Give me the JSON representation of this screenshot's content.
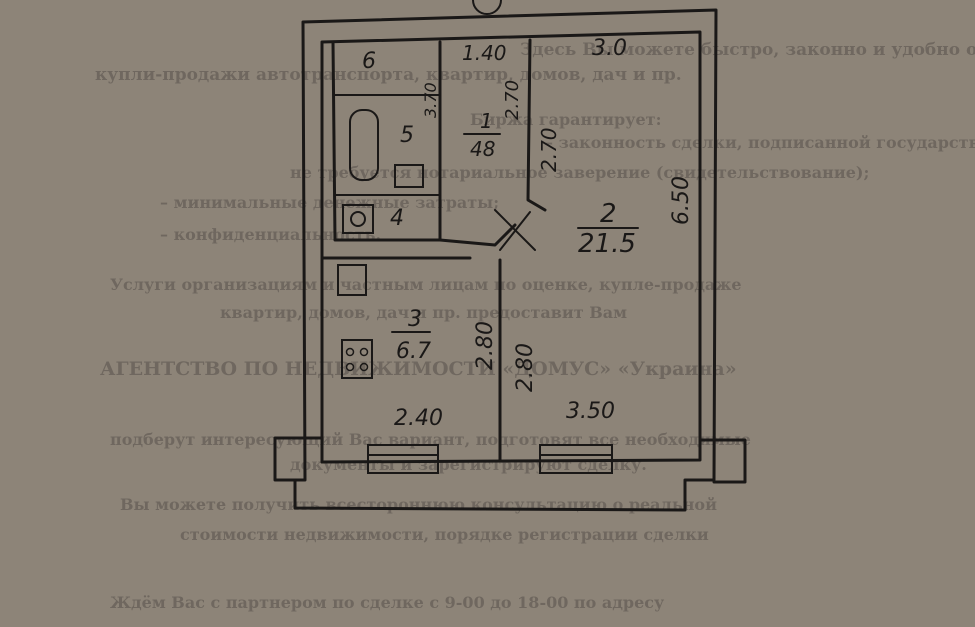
{
  "background_text": [
    "Здесь Вы можете быстро, законно и удобно оформить договор",
    "купли-продажи автотранспорта, квартир, домов, дач и пр.",
    "Биржа гарантирует:",
    "– законность сделки, подписанной государственная пошлина,",
    "не требуется нотариальное заверение (свидетельствование);",
    "– минимальные денежные затраты;",
    "– конфиденциальность.",
    "Услуги организациям и частным лицам по оценке, купле-продаже",
    "квартир, домов, дач и пр. предоставит Вам",
    "АГЕНТСТВО ПО НЕДВИЖИМОСТИ «ДОМУС» «Украина»",
    "подберут интересующий Вас вариант, подготовят все необходимые",
    "документы и зарегистрируют сделку.",
    "Вы можете получить всестороннюю консультацию о реальной",
    "стоимости недвижимости, порядке регистрации сделки",
    "Ждём Вас с партнером по сделке с 9-00 до 18-00 по адресу"
  ],
  "rooms": {
    "r1": {
      "number": "1",
      "area": "48"
    },
    "r2": {
      "number": "2",
      "area": "21.5"
    },
    "r3": {
      "number": "3",
      "area": "6.7"
    },
    "r4": {
      "number": "4"
    },
    "r5": {
      "number": "5"
    },
    "r6": {
      "number": "6"
    }
  },
  "dimensions": {
    "top_left": "1.40",
    "top_right": "3.0",
    "right_side": "6.50",
    "corridor_a": "3.70",
    "corridor_b": "2.70",
    "room2_left": "2.70",
    "kitchen_side": "2.80",
    "room2_lower": "2.80",
    "bottom_left": "2.40",
    "bottom_right": "3.50"
  },
  "colors": {
    "paper": "#8d8478",
    "ink": "#1a1817",
    "print": "#3f3a37"
  }
}
